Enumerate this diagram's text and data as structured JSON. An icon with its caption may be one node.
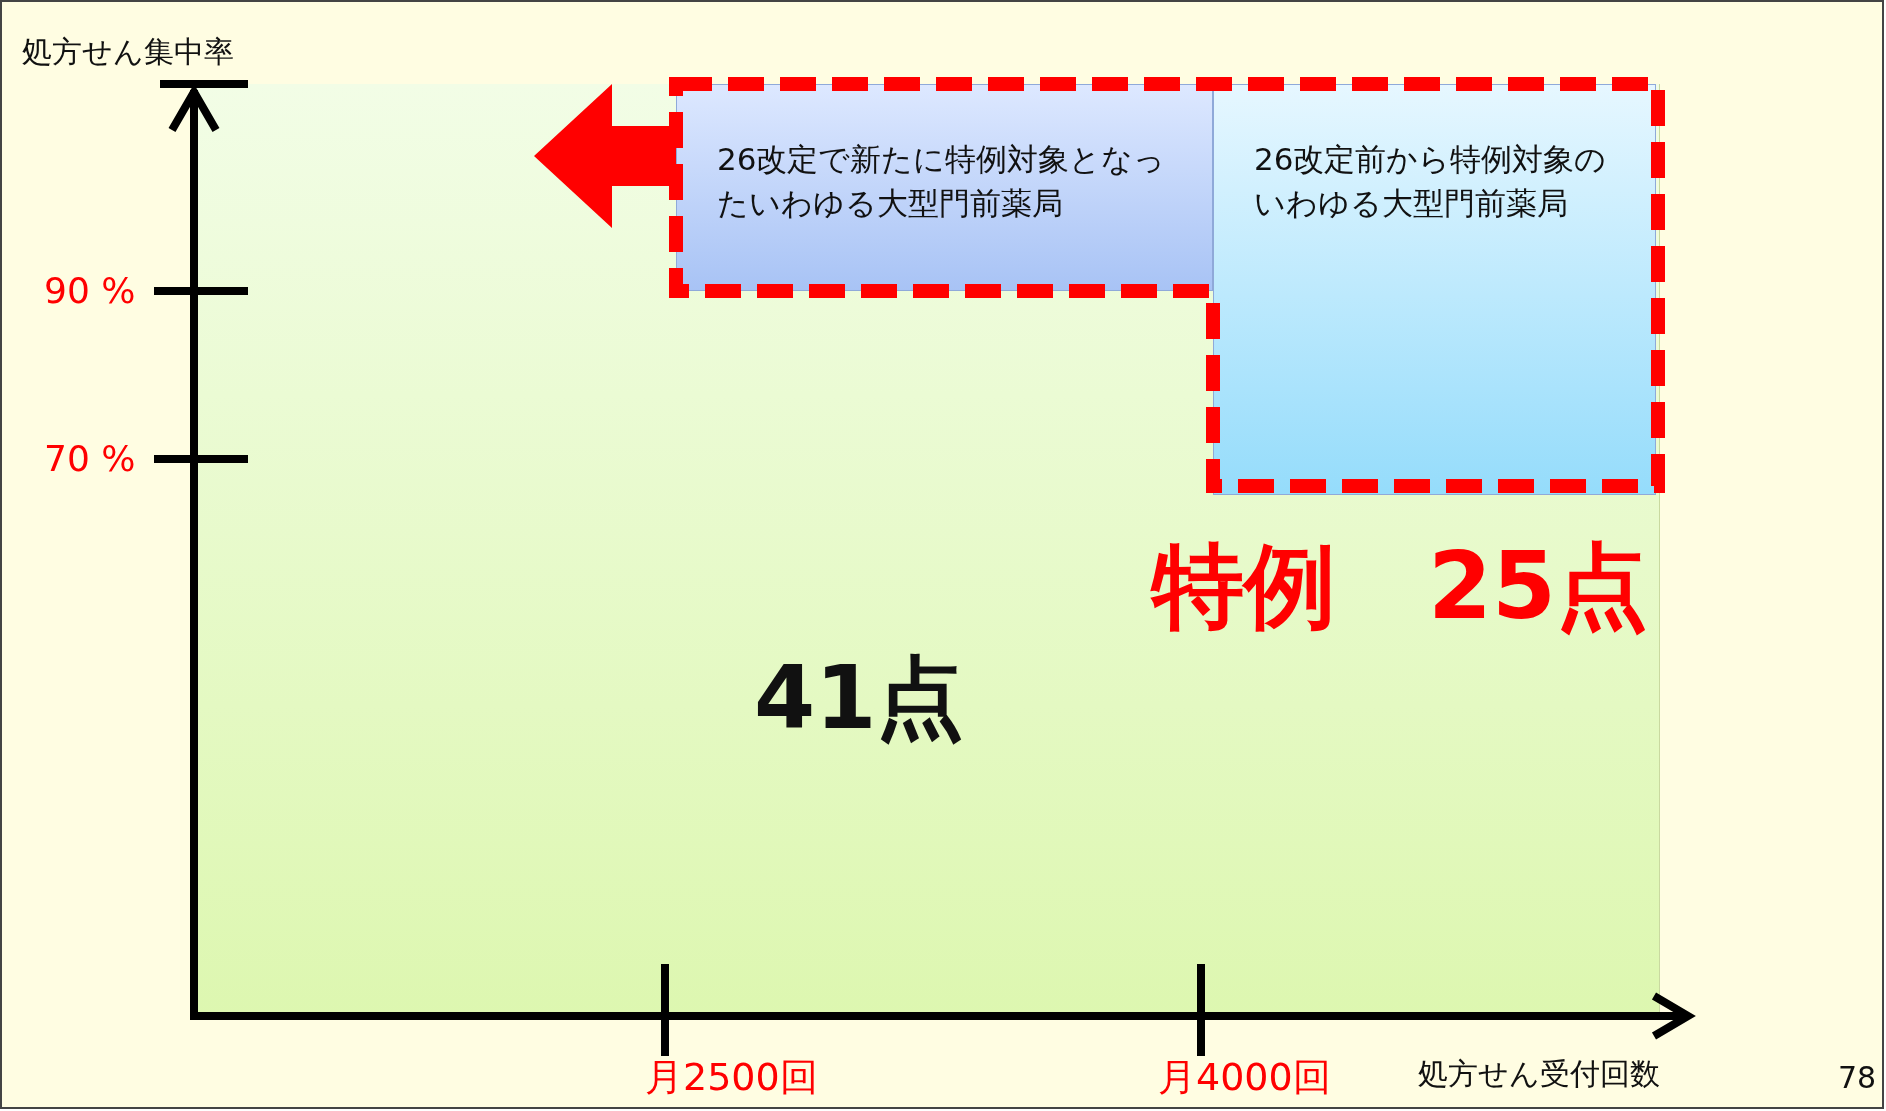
{
  "diagram": {
    "nodes": [
      {
        "text": [
          "41点"
        ]
      },
      {
        "text": [
          "特例　25点"
        ],
        "in": 0
      },
      {
        "text": [
          "26改定で新たに特例対象となったいわゆる大型門前薬局"
        ],
        "in": 1
      },
      {
        "text": [
          "26改定前から特例対象のいわゆる大型門前薬局"
        ],
        "in": 1
      }
    ],
    "labels": [
      "処方せん集中率",
      "90 %",
      "70 %",
      "月2500回",
      "月4000回",
      "処方せん受付回数",
      "78"
    ]
  }
}
